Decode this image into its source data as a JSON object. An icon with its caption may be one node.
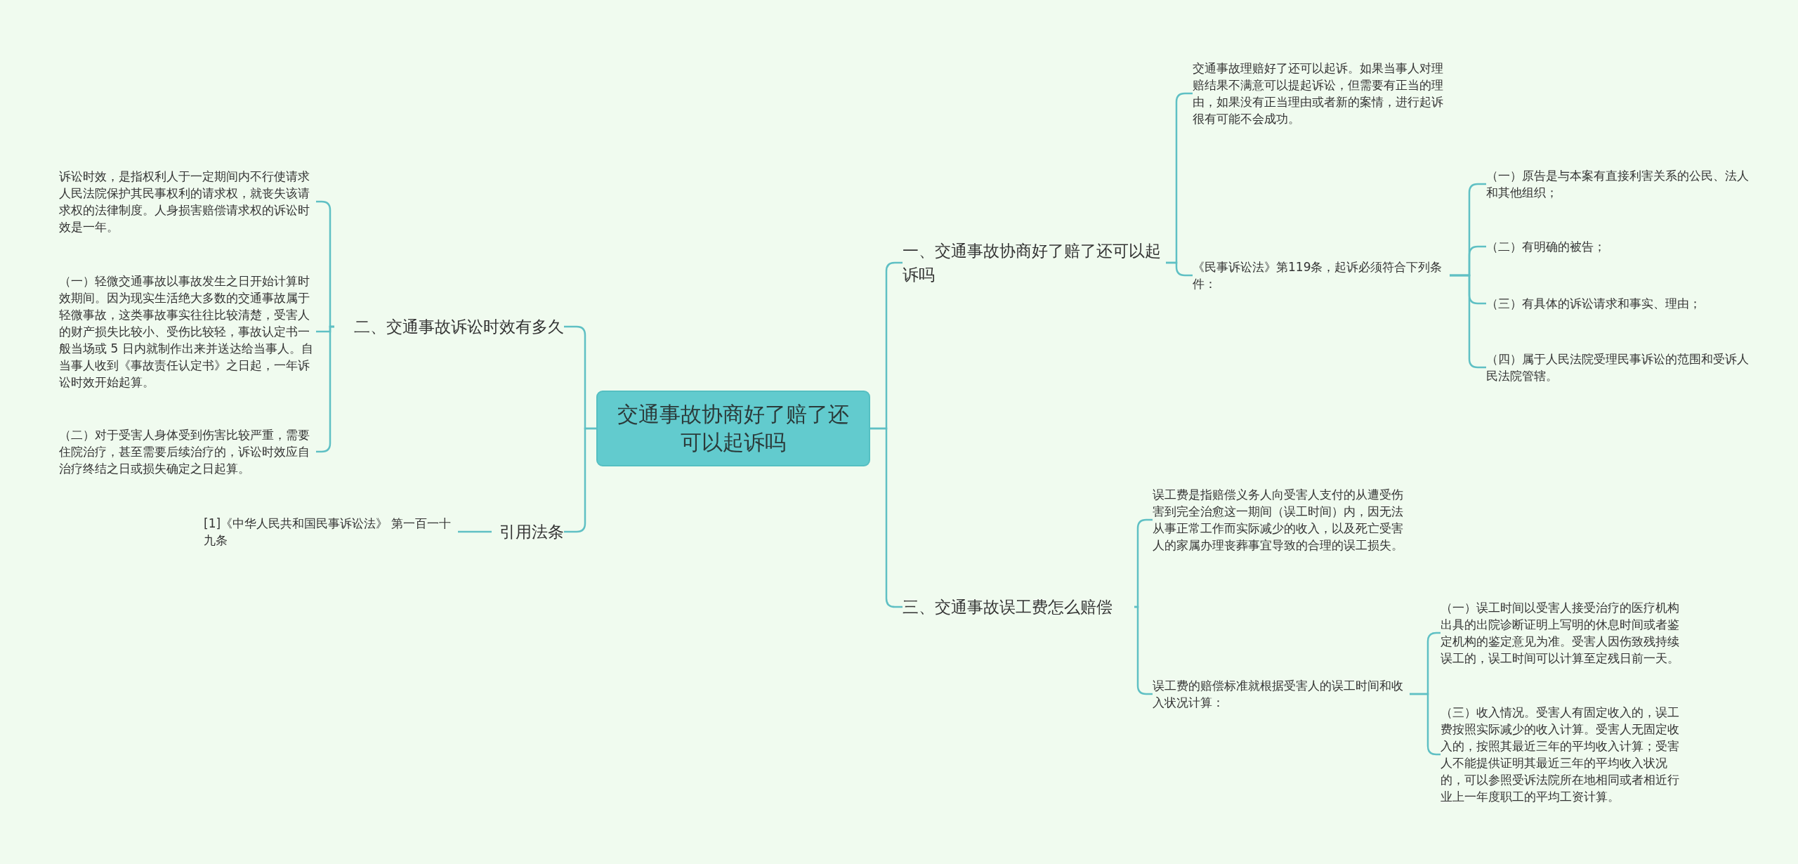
{
  "diagram": {
    "nodes": [
      {
        "text": [
          "交通事故协商好了赔了还可以起诉吗"
        ]
      },
      {
        "text": [
          "一、交通事故协商好了赔了还可以起诉吗"
        ]
      },
      {
        "text": [
          "交通事故理赔好了还可以起诉。如果当事人对理赔结果不满意可以提起诉讼，但需要有正当的理由，如果没有正当理由或者新的案情，进行起诉很有可能不会成功。"
        ]
      },
      {
        "text": [
          "《民事诉讼法》第119条，起诉必须符合下列条件："
        ]
      },
      {
        "text": [
          "（一）原告是与本案有直接利害关系的公民、法人和其他组织；"
        ]
      },
      {
        "text": [
          "（二）有明确的被告；"
        ]
      },
      {
        "text": [
          "（三）有具体的诉讼请求和事实、理由；"
        ]
      },
      {
        "text": [
          "（四）属于人民法院受理民事诉讼的范围和受诉人民法院管辖。"
        ]
      },
      {
        "text": [
          "三、交通事故误工费怎么赔偿"
        ]
      },
      {
        "text": [
          "误工费是指赔偿义务人向受害人支付的从遭受伤害到完全治愈这一期间（误工时间）内，因无法从事正常工作而实际减少的收入，以及死亡受害人的家属办理丧葬事宜导致的合理的误工损失。"
        ]
      },
      {
        "text": [
          "误工费的赔偿标准就根据受害人的误工时间和收入状况计算："
        ]
      },
      {
        "text": [
          "（一）误工时间以受害人接受治疗的医疗机构出具的出院诊断证明上写明的休息时间或者鉴定机构的鉴定意见为准。受害人因伤致残持续误工的，误工时间可以计算至定残日前一天。"
        ]
      },
      {
        "text": [
          "（三）收入情况。受害人有固定收入的，误工费按照实际减少的收入计算。受害人无固定收入的，按照其最近三年的平均收入计算；受害人不能提供证明其最近三年的平均收入状况的，可以参照受诉法院所在地相同或者相近行业上一年度职工的平均工资计算。"
        ]
      },
      {
        "text": [
          "二、交通事故诉讼时效有多久"
        ]
      },
      {
        "text": [
          "诉讼时效，是指权利人于一定期间内不行使请求人民法院保护其民事权利的请求权，就丧失该请求权的法律制度。人身损害赔偿请求权的诉讼时效是一年。"
        ]
      },
      {
        "text": [
          "（一）轻微交通事故以事故发生之日开始计算时效期间。因为现实生活绝大多数的交通事故属于轻微事故，这类事故事实往往比较清楚，受害人的财产损失比较小、受伤比较轻，事故认定书一般当场或 5 日内就制作出来并送达给当事人。自当事人收到《事故责任认定书》之日起，一年诉讼时效开始起算。"
        ]
      },
      {
        "text": [
          "（二）对于受害人身体受到伤害比较严重，需要住院治疗，甚至需要后续治疗的，诉讼时效应自治疗终结之日或损失确定之日起算。"
        ]
      },
      {
        "text": [
          "引用法条"
        ]
      },
      {
        "text": [
          "[1]《中华人民共和国民事诉讼法》 第一百一十九条"
        ]
      }
    ],
    "edges": [
      {
        "from": 0,
        "to": 1,
        "arrow": "none"
      },
      {
        "from": 0,
        "to": 8,
        "arrow": "none"
      },
      {
        "from": 0,
        "to": 13,
        "arrow": "none"
      },
      {
        "from": 0,
        "to": 17,
        "arrow": "none"
      },
      {
        "from": 1,
        "to": 2,
        "arrow": "none"
      },
      {
        "from": 1,
        "to": 3,
        "arrow": "none"
      },
      {
        "from": 3,
        "to": 4,
        "arrow": "none"
      },
      {
        "from": 3,
        "to": 5,
        "arrow": "none"
      },
      {
        "from": 3,
        "to": 6,
        "arrow": "none"
      },
      {
        "from": 3,
        "to": 7,
        "arrow": "none"
      },
      {
        "from": 8,
        "to": 9,
        "arrow": "none"
      },
      {
        "from": 8,
        "to": 10,
        "arrow": "none"
      },
      {
        "from": 10,
        "to": 11,
        "arrow": "none"
      },
      {
        "from": 10,
        "to": 12,
        "arrow": "none"
      },
      {
        "from": 13,
        "to": 14,
        "arrow": "none"
      },
      {
        "from": 13,
        "to": 15,
        "arrow": "none"
      },
      {
        "from": 13,
        "to": 16,
        "arrow": "none"
      },
      {
        "from": 17,
        "to": 18,
        "arrow": "none"
      }
    ]
  }
}
